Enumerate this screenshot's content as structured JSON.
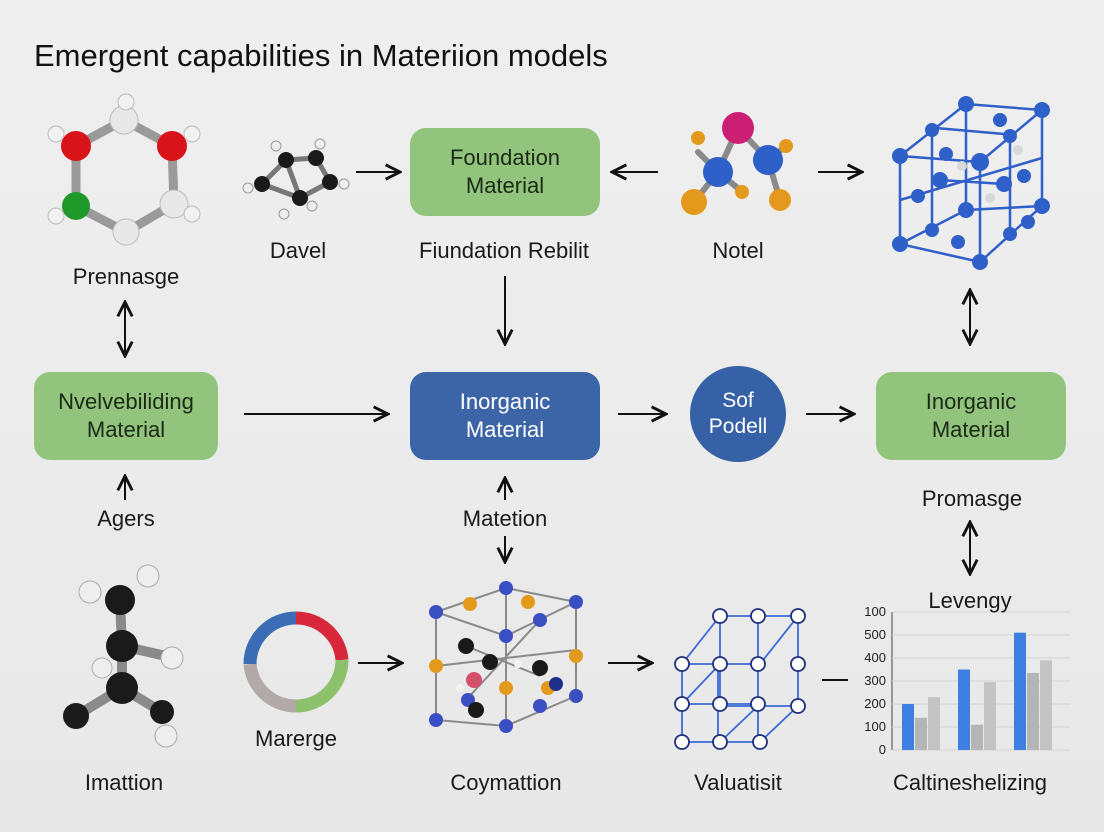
{
  "title": "Emergent capabilities in Materiion models",
  "nodes": {
    "foundation_box": "Foundation\nMaterial",
    "nvelve_box": "Nvelvebiliding\nMaterial",
    "inorganic_center_box": "Inorganic\nMaterial",
    "sof_circle": "Sof\nPodell",
    "inorganic_right_box": "Inorganic\nMaterial"
  },
  "labels": {
    "prennasge": "Prennasge",
    "davel": "Davel",
    "fundation_rebilit": "Fiundation Rebilit",
    "notel": "Notel",
    "agers": "Agers",
    "matetion": "Matetion",
    "promasge": "Promasge",
    "levengy": "Levengy",
    "marerge": "Marerge",
    "imattion": "Imattion",
    "coymattion": "Coymattion",
    "valuatisit": "Valuatisit",
    "caltineshelizing": "Caltineshelizing"
  },
  "colors": {
    "green_box": "#93c47d",
    "blue_box": "#3c65a8",
    "atom_blue": "#2f5fc8",
    "atom_orange": "#e39a1c",
    "atom_red": "#d8131a",
    "atom_magenta": "#cc1f74",
    "bar_blue": "#3f7fe0",
    "bar_gray": "#b5b5b5"
  },
  "chart_data": {
    "type": "bar",
    "y_ticks": [
      "100",
      "500",
      "400",
      "300",
      "200",
      "100",
      "0"
    ],
    "ylim": [
      0,
      600
    ],
    "categories": [
      "",
      "",
      ""
    ],
    "series": [
      {
        "values": [
          200,
          350,
          510
        ]
      },
      {
        "values": [
          140,
          110,
          335
        ]
      },
      {
        "values": [
          230,
          295,
          390
        ]
      }
    ]
  }
}
